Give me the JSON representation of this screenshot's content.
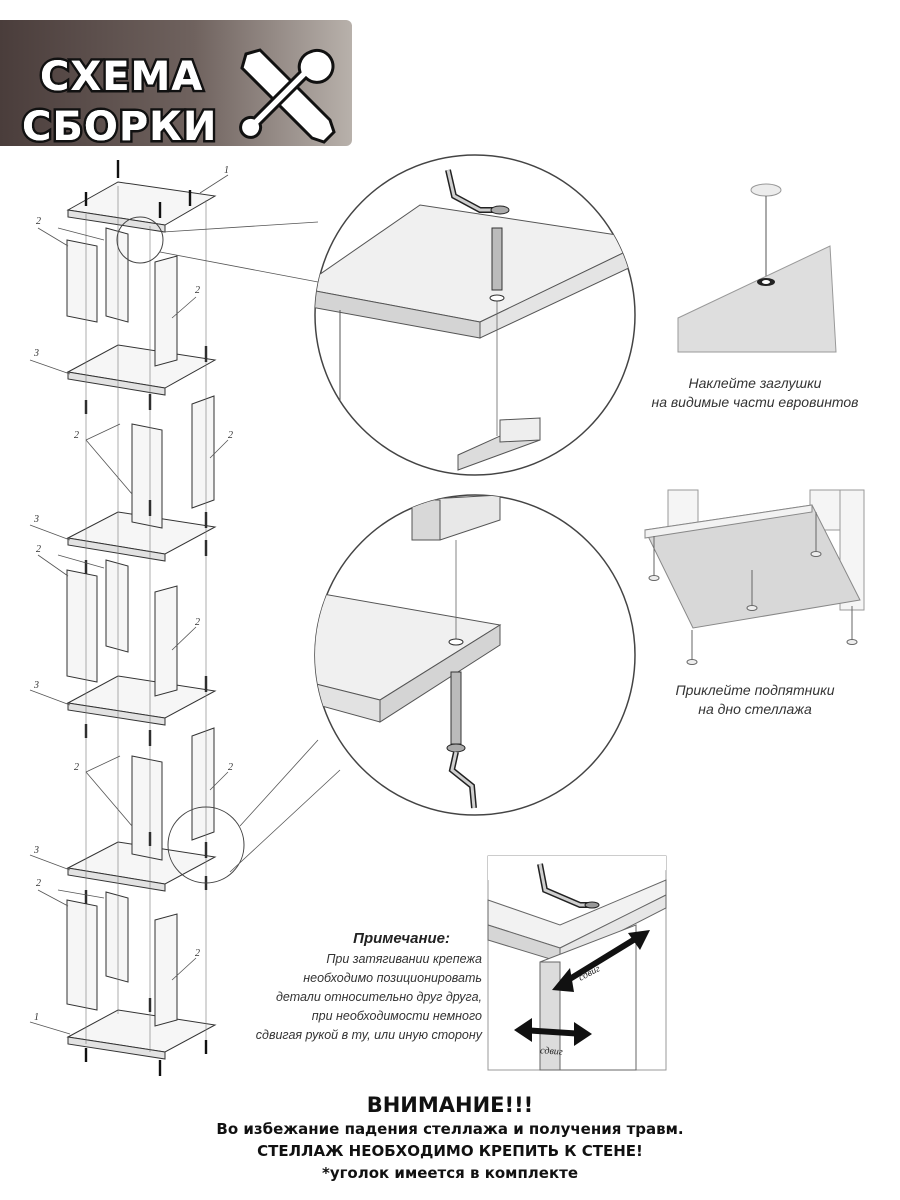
{
  "banner": {
    "line1": "СХЕМА",
    "line2": "СБОРКИ",
    "icon": "tools-icon"
  },
  "part_labels": {
    "top_shelf": "1",
    "bottom_shelf": "1",
    "side_panel": "2",
    "middle_shelf": "3"
  },
  "captions": {
    "caps": [
      "Наклейте заглушки",
      "на видимые части евровинтов"
    ],
    "feet": [
      "Приклейте подпятники",
      "на дно стеллажа"
    ]
  },
  "note": {
    "title": "Примечание:",
    "lines": [
      "При затягивании крепежа",
      "необходимо позиционировать",
      "детали относительно друг друга,",
      "при необходимости немного",
      "сдвигая рукой в ту, или иную сторону"
    ],
    "arrow_label": "сдвиг"
  },
  "warning": {
    "title": "ВНИМАНИЕ!!!",
    "line1": "Во избежание падения стеллажа и получения травм.",
    "line2": "СТЕЛЛАЖ НЕОБХОДИМО КРЕПИТЬ К СТЕНЕ!",
    "line3": "*уголок имеется в комплекте"
  },
  "colors": {
    "panel_fill": "#f4f4f4",
    "stroke": "#333333",
    "shade": "#d8d8d8",
    "banner": "#5a4c49"
  }
}
